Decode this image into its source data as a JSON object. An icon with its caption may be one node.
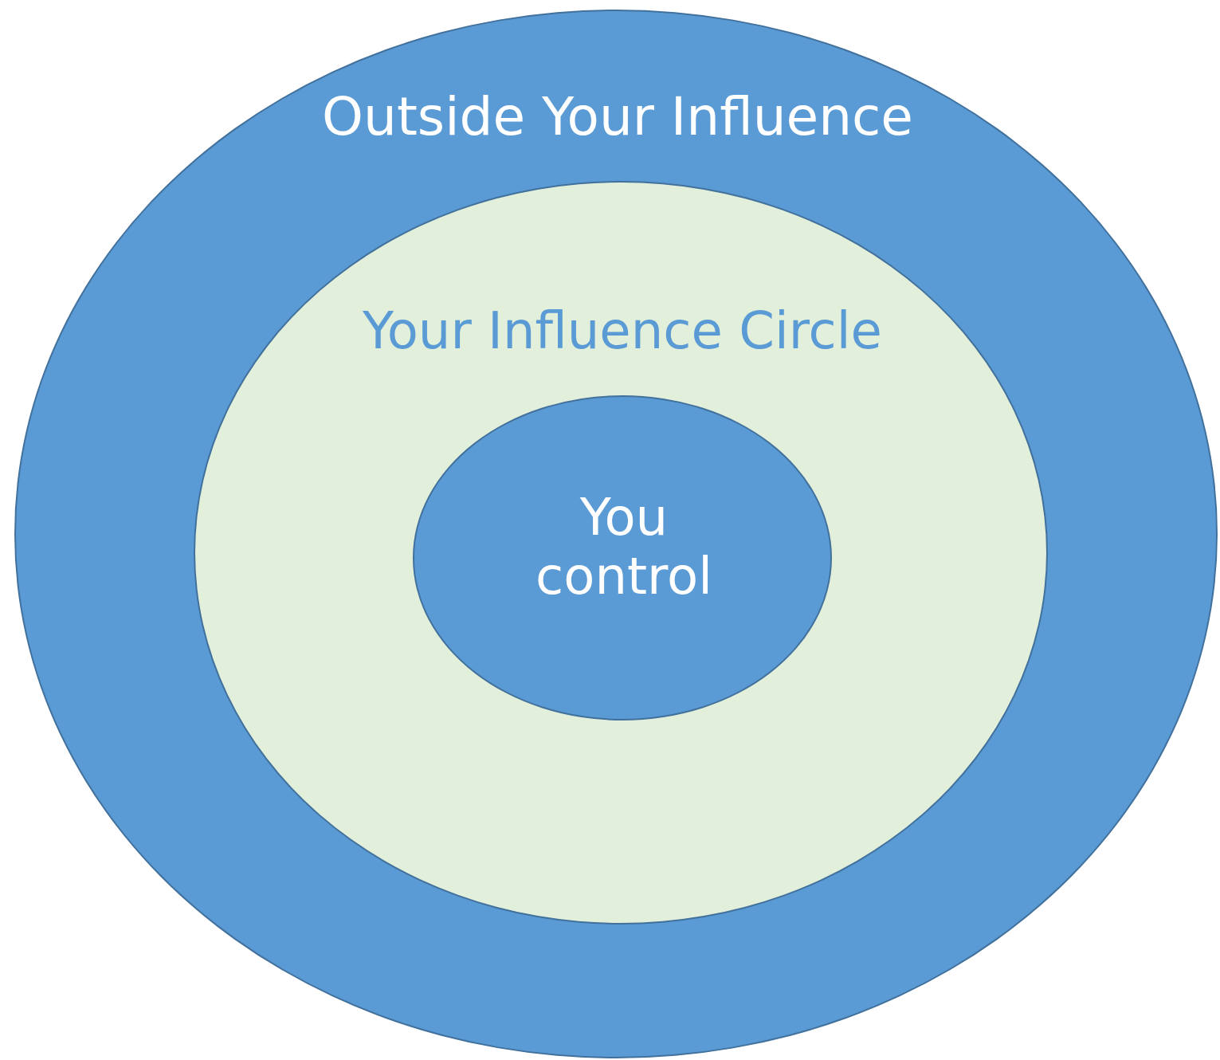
{
  "diagram": {
    "nodes": [
      {
        "text": [
          "Outside Your Influence"
        ]
      },
      {
        "text": [
          "Your Influence Circle"
        ],
        "in": 0
      },
      {
        "text": [
          "You control"
        ],
        "in": 1
      }
    ]
  }
}
